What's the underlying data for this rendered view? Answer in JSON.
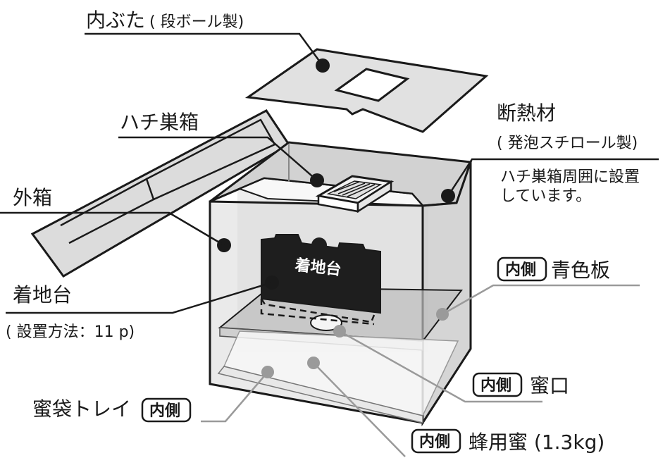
{
  "labels": {
    "inner_lid": "内ぶた",
    "inner_lid_note": "( 段ボール製)",
    "bee_box": "ハチ巣箱",
    "insulation": "断熱材",
    "insulation_material": "( 発泡スチロール製)",
    "insulation_note_1": "ハチ巣箱周囲に設置",
    "insulation_note_2": "しています。",
    "outer_box": "外箱",
    "landing_board": "着地台",
    "landing_board_ref": "( 設置方法：11 p)",
    "landing_board_printed": "着地台",
    "blue_plate": "青色板",
    "honey_mouth": "蜜口",
    "honey_bag_tray": "蜜袋トレイ",
    "bee_honey": "蜂用蜜 (1.3kg)",
    "inside_badge": "内側"
  }
}
